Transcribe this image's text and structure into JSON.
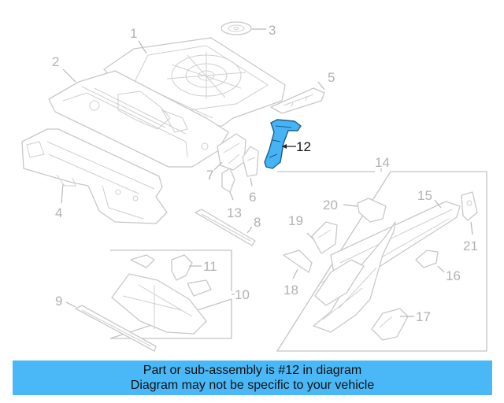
{
  "diagram": {
    "callouts": [
      "1",
      "2",
      "3",
      "4",
      "5",
      "6",
      "7",
      "8",
      "9",
      "10",
      "11",
      "12",
      "13",
      "14",
      "15",
      "16",
      "17",
      "18",
      "19",
      "20",
      "21"
    ],
    "highlighted_callout": "12",
    "highlight_color": "#45b3f5"
  },
  "banner": {
    "line1": "Part or sub-assembly is #12 in diagram",
    "line2": "Diagram may not be specific to your vehicle",
    "color": "#4ab8f7"
  }
}
